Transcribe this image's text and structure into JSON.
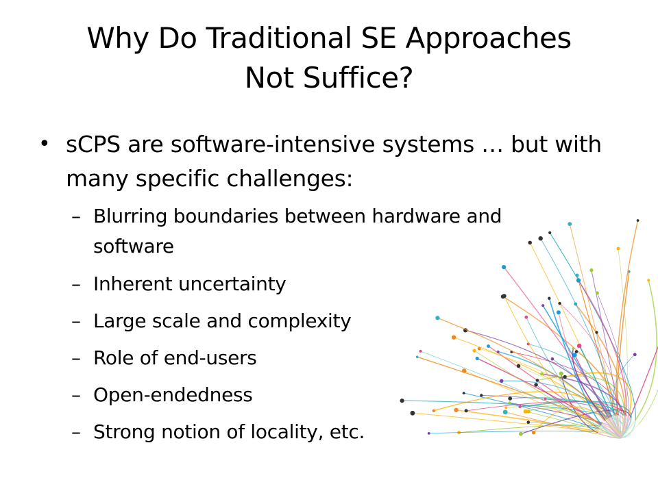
{
  "slide": {
    "title_line1": "Why Do Traditional SE Approaches",
    "title_line2": "Not Suffice?",
    "bullet": {
      "marker": "•",
      "text": "sCPS are software-intensive systems … but with many specific challenges:"
    },
    "sub_marker": "–",
    "sub_items": [
      "Blurring boundaries between hardware and software",
      "Inherent uncertainty",
      "Large scale and complexity",
      "Role of end-users",
      "Open-endedness",
      "Strong notion of locality, etc."
    ]
  },
  "decoration": {
    "name": "network-starburst",
    "colors": [
      "#1a9bd7",
      "#f08a1c",
      "#7a3fa8",
      "#2cb5c0",
      "#9acd32",
      "#e04a8a",
      "#ffb300"
    ]
  }
}
